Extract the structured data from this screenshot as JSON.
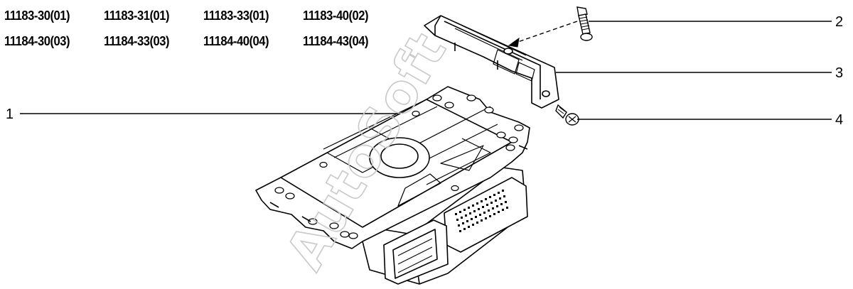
{
  "part_codes": [
    [
      "11183-30(01)",
      "11183-31(01)",
      "11183-33(01)",
      "11183-40(02)"
    ],
    [
      "11184-30(03)",
      "11184-33(03)",
      "11184-40(04)",
      "11184-43(04)"
    ]
  ],
  "callouts": {
    "c1": "1",
    "c2": "2",
    "c3": "3",
    "c4": "4"
  },
  "watermark": "AutoSoft",
  "colors": {
    "line": "#000000",
    "watermark": "#c9c9c9",
    "background": "#ffffff"
  }
}
